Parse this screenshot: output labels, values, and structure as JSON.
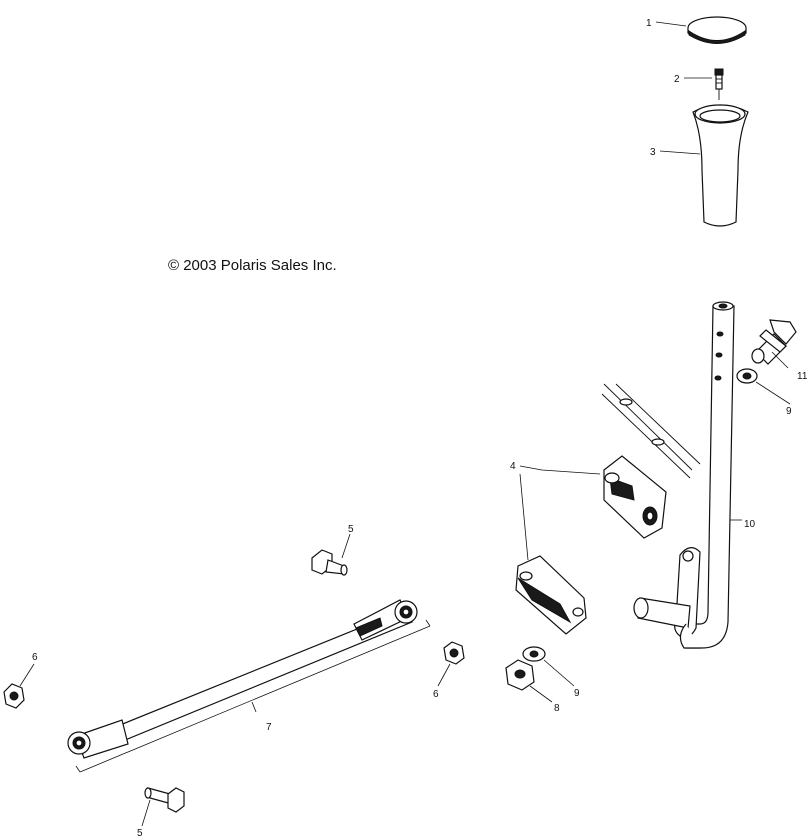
{
  "copyright": "© 2003 Polaris Sales Inc.",
  "callouts": [
    {
      "id": "c1",
      "label": "1"
    },
    {
      "id": "c2",
      "label": "2"
    },
    {
      "id": "c3",
      "label": "3"
    },
    {
      "id": "c4",
      "label": "4"
    },
    {
      "id": "c5a",
      "label": "5"
    },
    {
      "id": "c5b",
      "label": "5"
    },
    {
      "id": "c6a",
      "label": "6"
    },
    {
      "id": "c6b",
      "label": "6"
    },
    {
      "id": "c7",
      "label": "7"
    },
    {
      "id": "c8",
      "label": "8"
    },
    {
      "id": "c9a",
      "label": "9"
    },
    {
      "id": "c9b",
      "label": "9"
    },
    {
      "id": "c10",
      "label": "10"
    },
    {
      "id": "c11",
      "label": "11"
    }
  ]
}
